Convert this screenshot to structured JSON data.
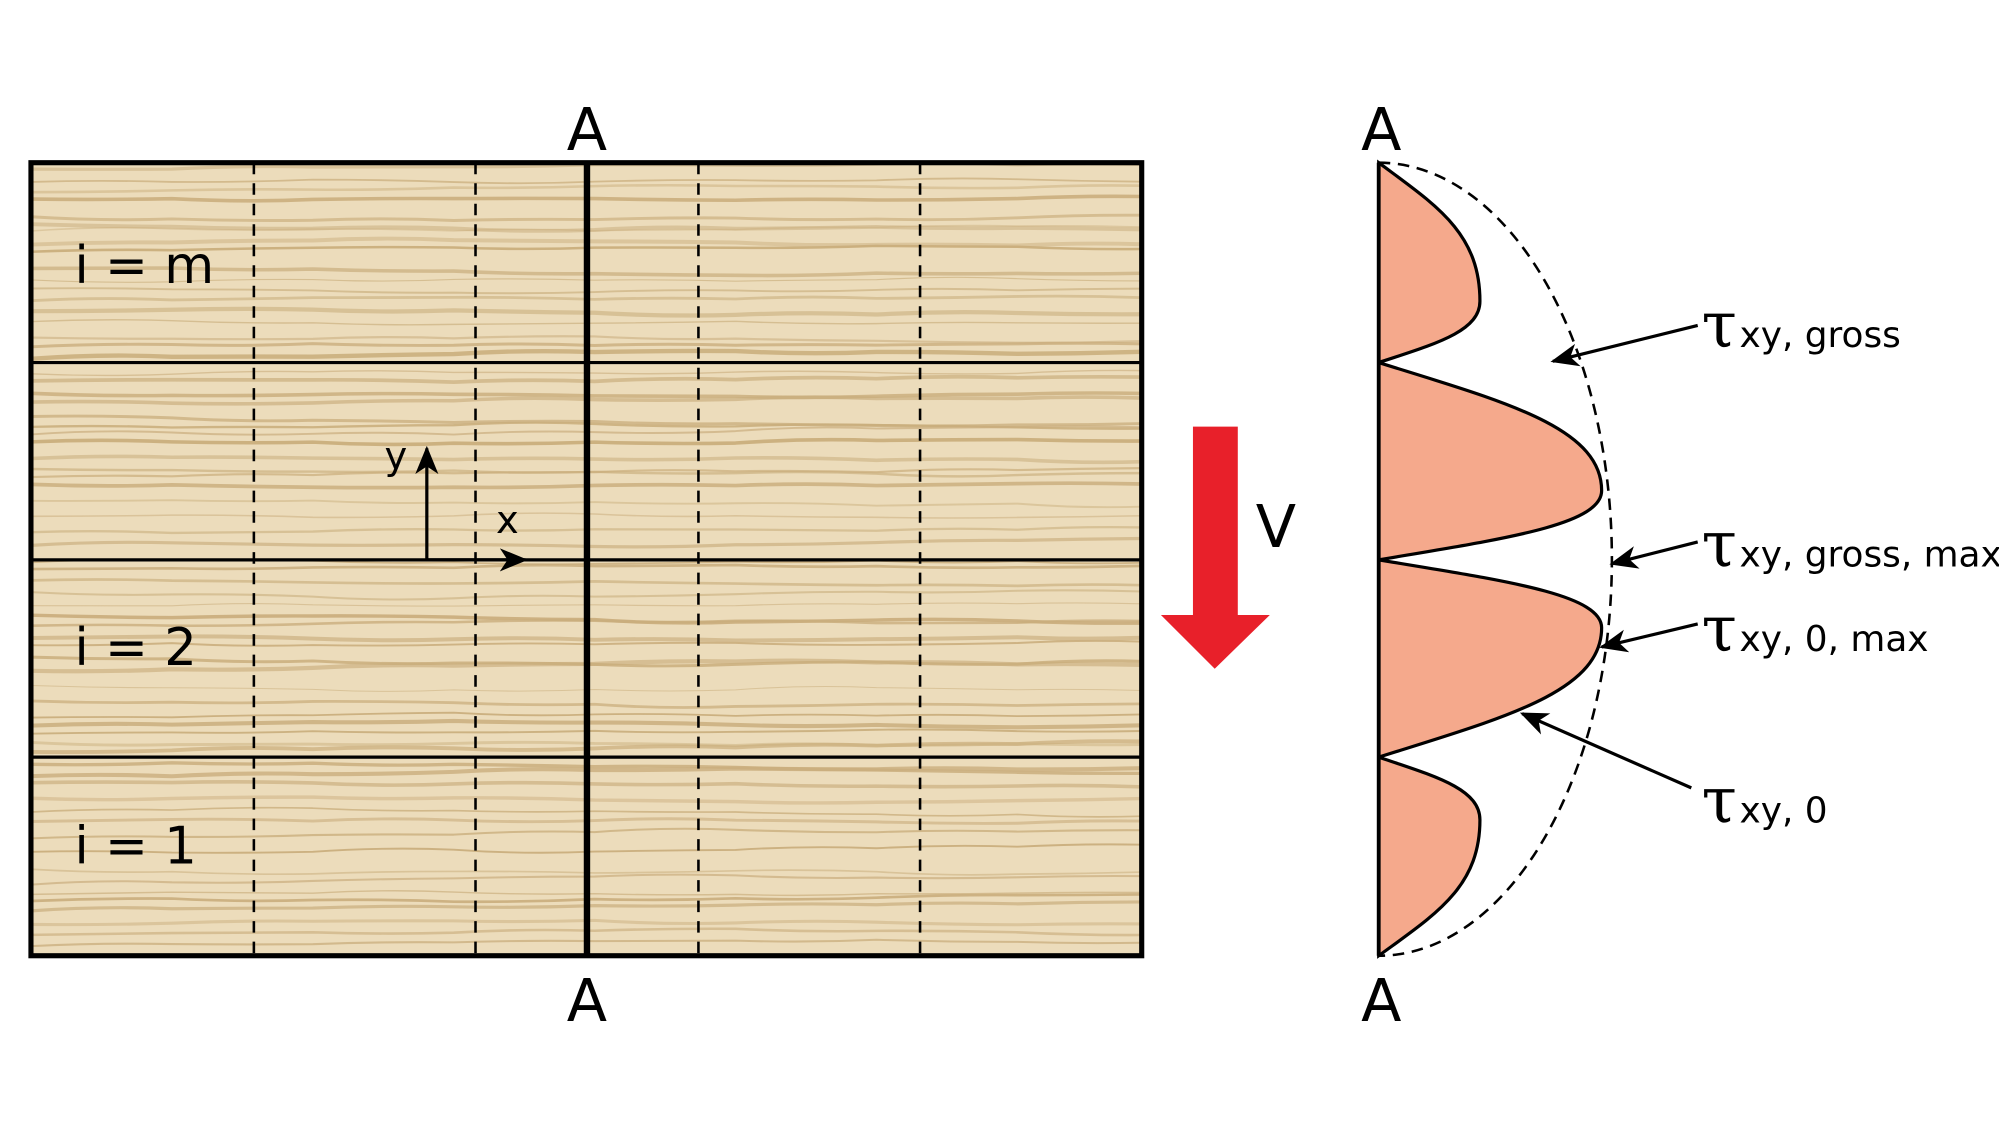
{
  "section_labels": {
    "top": "A",
    "bottom": "A",
    "right_top": "A",
    "right_bottom": "A"
  },
  "layers": [
    "i = m",
    "i = 2",
    "i = 1"
  ],
  "axes": {
    "x": "x",
    "y": "y"
  },
  "load": {
    "label": "V"
  },
  "stress_labels": [
    {
      "symbol": "τ",
      "subscript": "xy, gross"
    },
    {
      "symbol": "τ",
      "subscript": "xy, gross, max"
    },
    {
      "symbol": "τ",
      "subscript": "xy, 0, max"
    },
    {
      "symbol": "τ",
      "subscript": "xy, 0"
    }
  ],
  "colors": {
    "wood": "#ecdcbb",
    "grain": "#c9ad7c",
    "load_arrow": "#e8202a",
    "stress_fill": "#f5a98c"
  }
}
